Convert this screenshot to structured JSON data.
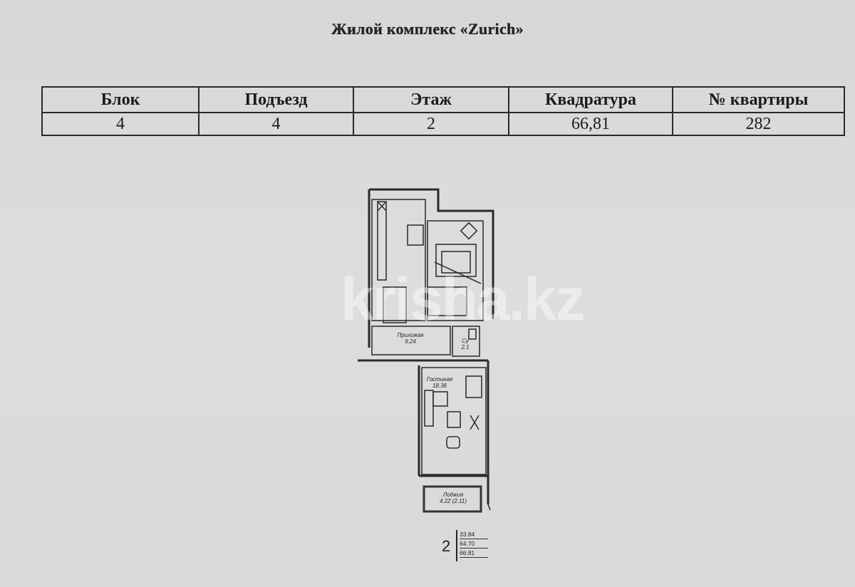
{
  "document": {
    "title": "Жилой комплекс «Zurich»",
    "table": {
      "headers": [
        "Блок",
        "Подъезд",
        "Этаж",
        "Квадратура",
        "№ квартиры"
      ],
      "values": [
        "4",
        "4",
        "2",
        "66,81",
        "282"
      ]
    },
    "floor_plan": {
      "rooms": [
        {
          "name": "Прихожая",
          "area": "9.24"
        },
        {
          "name": "Су",
          "area": "2.1"
        },
        {
          "name": "Гостиная",
          "area": "18.36"
        },
        {
          "name": "Лоджия",
          "area": "4.22 (2.11)"
        }
      ],
      "watermark": "krisha.kz",
      "summary": {
        "floor": "2",
        "areas": [
          "33.84",
          "64.70",
          "66.81"
        ]
      }
    }
  }
}
